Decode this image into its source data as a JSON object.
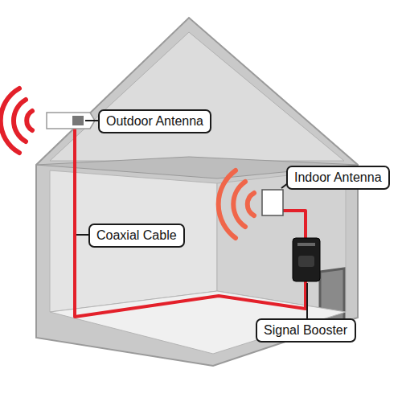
{
  "diagram": {
    "nodes": [
      {
        "text": [
          "Outdoor Antenna"
        ]
      },
      {
        "text": [
          "Indoor Antenna"
        ]
      },
      {
        "text": [
          "Coaxial Cable"
        ]
      },
      {
        "text": [
          "Signal Booster"
        ]
      }
    ]
  }
}
